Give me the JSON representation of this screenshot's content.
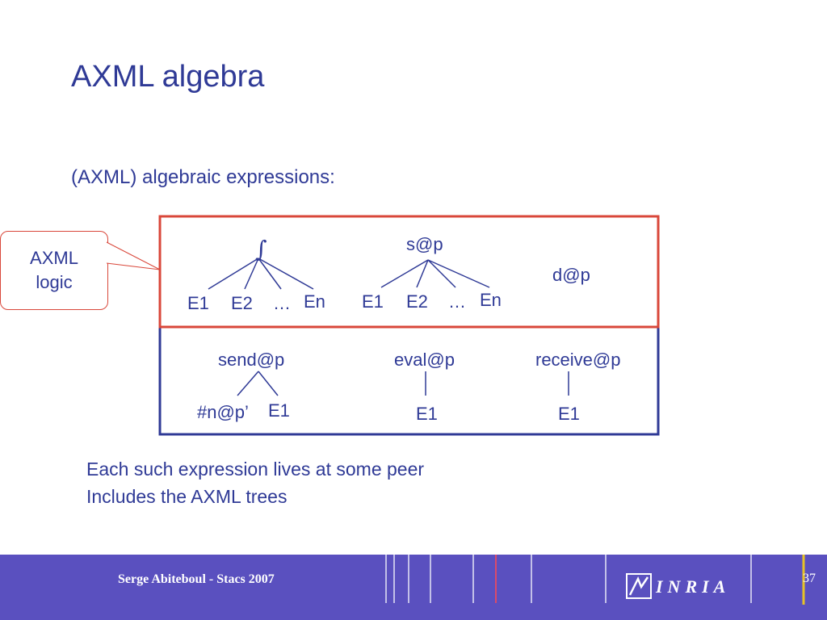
{
  "slide": {
    "title": "AXML algebra",
    "subtitle": "(AXML) algebraic expressions:",
    "callout": "AXML\nlogic",
    "body_lines": [
      "Each such expression lives at some peer",
      "Includes the AXML trees"
    ]
  },
  "diagram": {
    "top_box": {
      "tree1": {
        "root": "∫",
        "children": [
          "E1",
          "E2",
          "…",
          "En"
        ]
      },
      "tree2": {
        "root": "s@p",
        "children": [
          "E1",
          "E2",
          "…",
          "En"
        ]
      },
      "leaf": "d@p"
    },
    "bottom_box": {
      "tree1": {
        "root": "send@p",
        "children": [
          "#n@p’",
          "E1"
        ]
      },
      "tree2": {
        "root": "eval@p",
        "children": [
          "E1"
        ]
      },
      "tree3": {
        "root": "receive@p",
        "children": [
          "E1"
        ]
      }
    }
  },
  "footer": {
    "author": "Serge Abiteboul - Stacs 2007",
    "logo_text": "INRIA",
    "page_number": "37"
  },
  "colors": {
    "text": "#2f3a96",
    "top_box_border": "#d9473a",
    "bottom_box_border": "#2f3a96",
    "footer_bg": "#5a50bf"
  }
}
